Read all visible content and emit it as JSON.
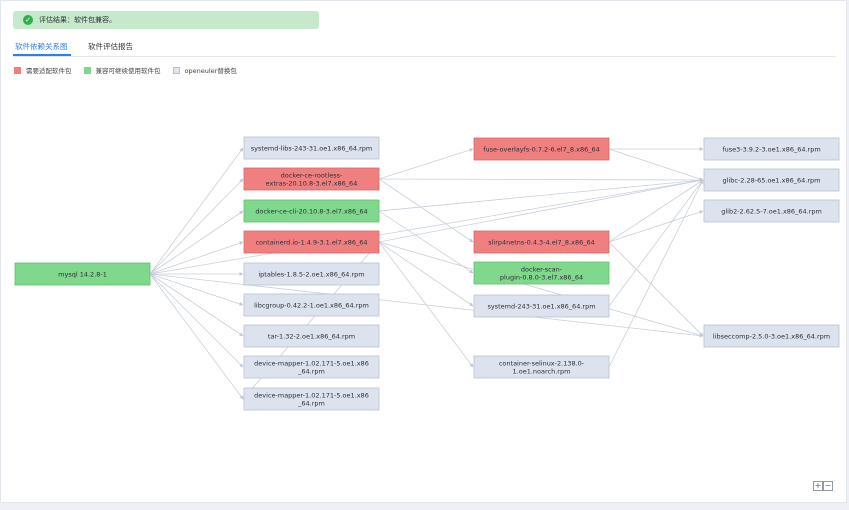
{
  "alert": {
    "text": "评估结果：软件包兼容。",
    "icon": "check-circle-icon"
  },
  "tabs": [
    {
      "label": "软件依赖关系图",
      "active": true
    },
    {
      "label": "软件评估报告",
      "active": false
    }
  ],
  "legend": [
    {
      "label": "需要适配软件包",
      "color": "#f08080"
    },
    {
      "label": "兼容可继续使用软件包",
      "color": "#80d88c"
    },
    {
      "label": "openeuler替换包",
      "color": "#e0e5ee"
    }
  ],
  "colors": {
    "red": "#f08080",
    "green": "#80d88c",
    "gray": "#dde3ee",
    "edge": "#c8cfdb",
    "accent": "#2f7fea"
  },
  "graph": {
    "nodes": [
      {
        "id": "mysql",
        "lines": [
          "mysql 14.2.8-1"
        ],
        "status": "green"
      },
      {
        "id": "systemd-libs",
        "lines": [
          "systemd-libs-243-31.oe1.x86_64.rpm"
        ],
        "status": "gray"
      },
      {
        "id": "docker-ce-rootless",
        "lines": [
          "docker-ce-rootless-",
          "extras-20.10.8-3.el7.x86_64"
        ],
        "status": "red"
      },
      {
        "id": "docker-ce-cli",
        "lines": [
          "docker-ce-cli-20.10.8-3.el7.x86_64"
        ],
        "status": "green"
      },
      {
        "id": "containerd",
        "lines": [
          "containerd.io-1.4.9-3.1.el7.x86_64"
        ],
        "status": "red"
      },
      {
        "id": "iptables",
        "lines": [
          "iptables-1.8.5-2.oe1.x86_64.rpm"
        ],
        "status": "gray"
      },
      {
        "id": "libcgroup",
        "lines": [
          "libcgroup-0.42.2-1.oe1.x86_64.rpm"
        ],
        "status": "gray"
      },
      {
        "id": "tar",
        "lines": [
          "tar-1.32-2.oe1.x86_64.rpm"
        ],
        "status": "gray"
      },
      {
        "id": "device-mapper-1",
        "lines": [
          "device-mapper-1.02.171-5.oe1.x86",
          "_64.rpm"
        ],
        "status": "gray"
      },
      {
        "id": "device-mapper-2",
        "lines": [
          "device-mapper-1.02.171-5.oe1.x86",
          "_64.rpm"
        ],
        "status": "gray"
      },
      {
        "id": "fuse-overlayfs",
        "lines": [
          "fuse-overlayfs-0.7.2-6.el7_8.x86_64"
        ],
        "status": "red"
      },
      {
        "id": "slirp4netns",
        "lines": [
          "slirp4netns-0.4.3-4.el7_8.x86_64"
        ],
        "status": "red"
      },
      {
        "id": "docker-scan",
        "lines": [
          "docker-scan-",
          "plugin-0.8.0-3.el7.x86_64"
        ],
        "status": "green"
      },
      {
        "id": "systemd",
        "lines": [
          "systemd-243-31.oe1.x86_64.rpm"
        ],
        "status": "gray"
      },
      {
        "id": "container-selinux",
        "lines": [
          "container-selinux-2.138.0-",
          "1.oe1.noarch.rpm"
        ],
        "status": "gray"
      },
      {
        "id": "fuse3",
        "lines": [
          "fuse3-3.9.2-3.oe1.x86_64.rpm"
        ],
        "status": "gray"
      },
      {
        "id": "glibc",
        "lines": [
          "glibc-2.28-65.oe1.x86_64.rpm"
        ],
        "status": "gray"
      },
      {
        "id": "glib2",
        "lines": [
          "glib2-2.62.5-7.oe1.x86_64.rpm"
        ],
        "status": "gray"
      },
      {
        "id": "libseccomp",
        "lines": [
          "libseccomp-2.5.0-3.oe1.x86_64.rpm"
        ],
        "status": "gray"
      }
    ],
    "edges": [
      [
        "mysql",
        "systemd-libs"
      ],
      [
        "mysql",
        "docker-ce-rootless"
      ],
      [
        "mysql",
        "docker-ce-cli"
      ],
      [
        "mysql",
        "containerd"
      ],
      [
        "mysql",
        "iptables"
      ],
      [
        "mysql",
        "libcgroup"
      ],
      [
        "mysql",
        "tar"
      ],
      [
        "mysql",
        "device-mapper-1"
      ],
      [
        "mysql",
        "device-mapper-2"
      ],
      [
        "mysql",
        "glibc"
      ],
      [
        "mysql",
        "libseccomp"
      ],
      [
        "docker-ce-rootless",
        "fuse-overlayfs"
      ],
      [
        "docker-ce-rootless",
        "slirp4netns"
      ],
      [
        "docker-ce-rootless",
        "glibc"
      ],
      [
        "docker-ce-cli",
        "glibc"
      ],
      [
        "docker-ce-cli",
        "docker-scan"
      ],
      [
        "containerd",
        "glibc"
      ],
      [
        "containerd",
        "libseccomp"
      ],
      [
        "containerd",
        "systemd"
      ],
      [
        "containerd",
        "container-selinux"
      ],
      [
        "containerd",
        "device-mapper-2"
      ],
      [
        "fuse-overlayfs",
        "fuse3"
      ],
      [
        "fuse-overlayfs",
        "glibc"
      ],
      [
        "slirp4netns",
        "glibc"
      ],
      [
        "slirp4netns",
        "glib2"
      ],
      [
        "slirp4netns",
        "libseccomp"
      ],
      [
        "systemd",
        "glibc"
      ],
      [
        "container-selinux",
        "glibc"
      ]
    ]
  },
  "zoom": {
    "in": "+",
    "out": "−"
  }
}
